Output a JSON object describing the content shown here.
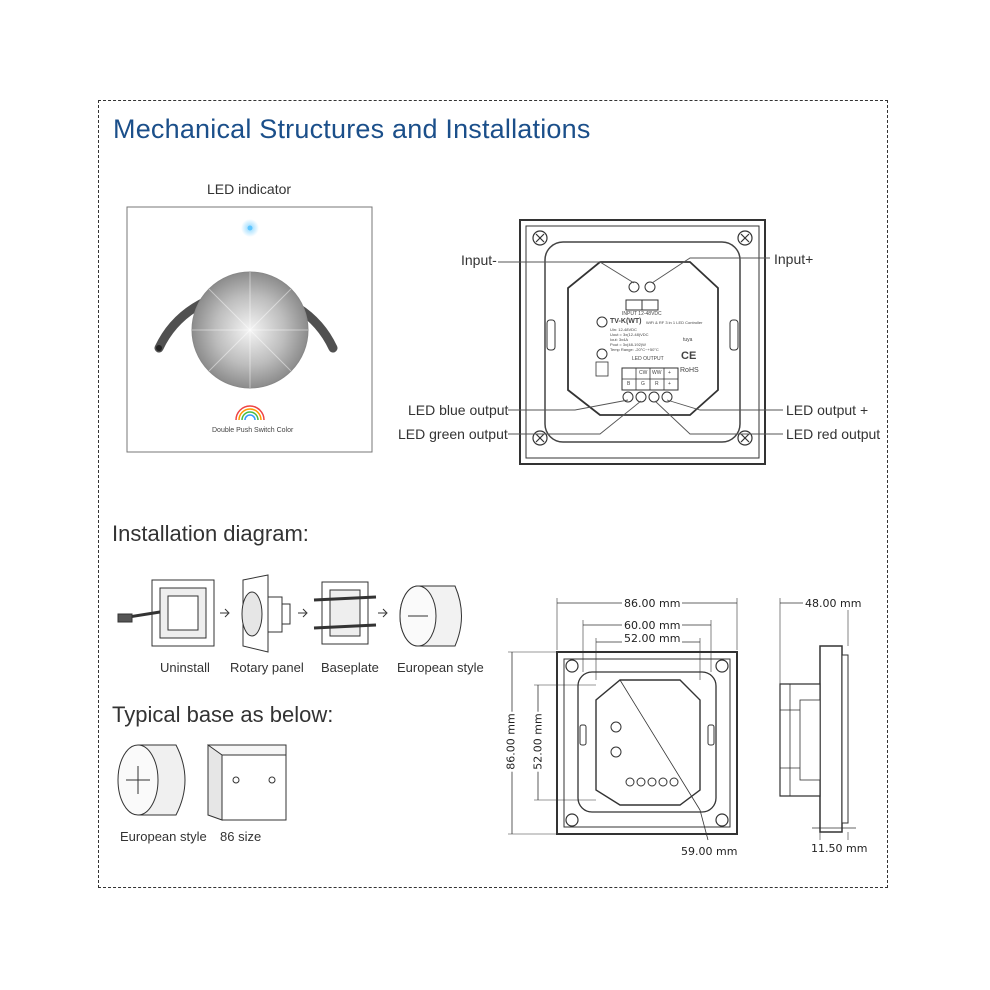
{
  "title": "Mechanical Structures and Installations",
  "panel_front": {
    "led_indicator": "LED indicator",
    "caption": "Double Push Switch Color"
  },
  "back_view": {
    "input_minus": "Input-",
    "input_plus": "Input+",
    "led_blue": "LED blue output",
    "led_green": "LED green output",
    "led_output_plus": "LED output +",
    "led_red": "LED red output",
    "module": {
      "input_label": "INPUT 12-48VDC",
      "model": "TV-K(WT)",
      "model_desc": "WiFi & RF 3 in 1 LED Controller",
      "specs": [
        "Uin: 12-48VDC",
        "Uout = 3x(12-48)VDC",
        "Iout: 3x4A",
        "Pout = 3x(48-192)W",
        "Temp Range: -20°C~+50°C"
      ],
      "led_output_label": "LED OUTPUT",
      "terminal_top": [
        "CW",
        "WW",
        "+"
      ],
      "terminal_bottom": [
        "B",
        "G",
        "R",
        "+"
      ],
      "badges": [
        "CE",
        "RoHS",
        "tuya"
      ]
    }
  },
  "installation": {
    "heading": "Installation diagram:",
    "steps": [
      "Uninstall",
      "Rotary panel",
      "Baseplate",
      "European style"
    ]
  },
  "typical_base": {
    "heading": "Typical base as below:",
    "items": [
      "European style",
      "86 size"
    ]
  },
  "dimensions": {
    "width_outer": "86.00 mm",
    "width_mid": "60.00 mm",
    "width_inner": "52.00 mm",
    "height_outer": "86.00 mm",
    "height_inner": "52.00 mm",
    "diag": "59.00 mm",
    "depth": "48.00 mm",
    "panel_thickness": "11.50 mm"
  }
}
